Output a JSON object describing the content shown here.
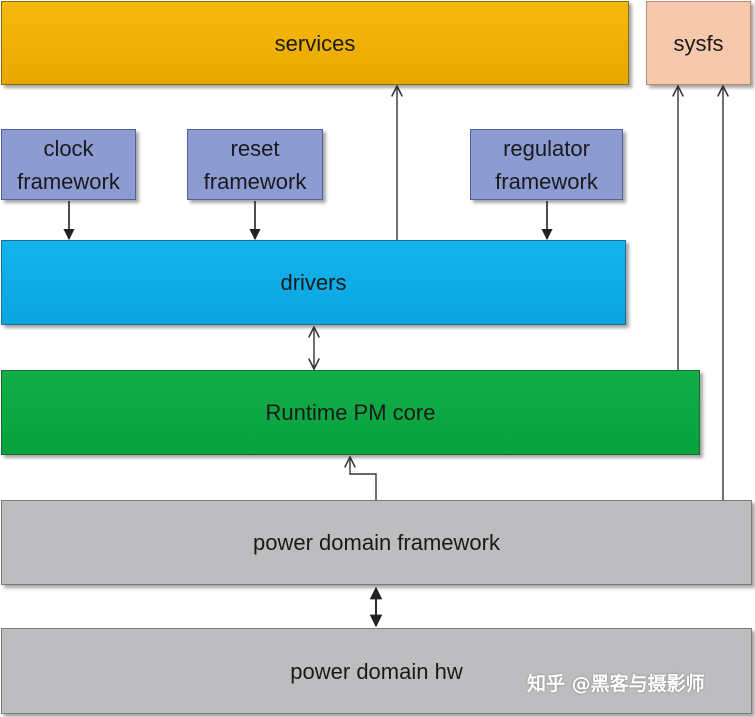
{
  "boxes": {
    "services": "services",
    "sysfs": "sysfs",
    "clock_framework": "clock\nframework",
    "reset_framework": "reset\nframework",
    "regulator_framework": "regulator\nframework",
    "drivers": "drivers",
    "runtime_pm_core": "Runtime PM core",
    "power_domain_framework": "power domain framework",
    "power_domain_hw": "power domain hw"
  },
  "watermark": "知乎 @黑客与摄影师",
  "colors": {
    "services": "#f2b100",
    "sysfs": "#f6c9ad",
    "frameworks": "#8d9bd3",
    "drivers": "#0fadea",
    "runtime_pm_core": "#0aa742",
    "power_domain": "#bdbdbf"
  }
}
